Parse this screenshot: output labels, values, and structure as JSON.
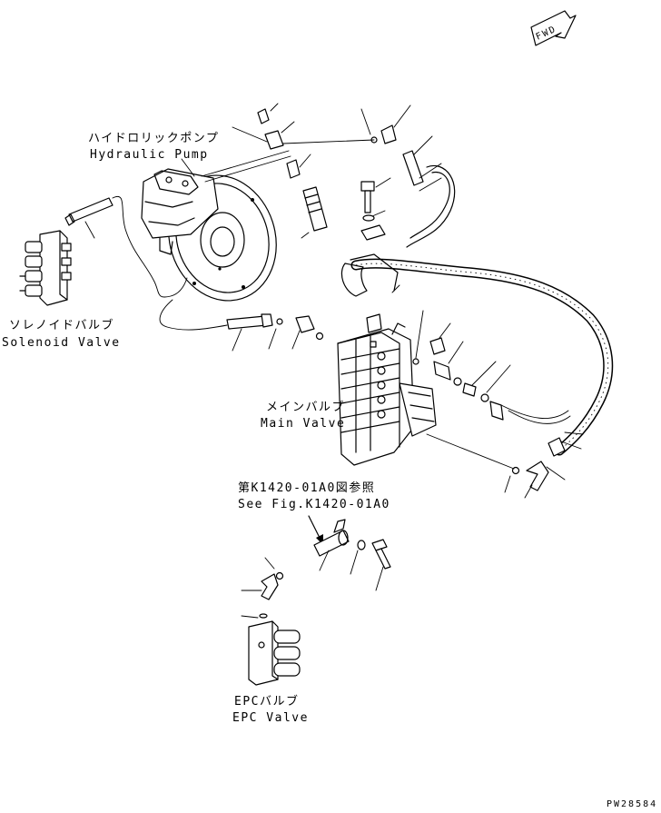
{
  "labels": {
    "fwd": "FWD",
    "hydraulic_pump_jp": "ハイドロリックポンプ",
    "hydraulic_pump_en": "Hydraulic Pump",
    "solenoid_valve_jp": "ソレノイドバルブ",
    "solenoid_valve_en": "Solenoid Valve",
    "main_valve_jp": "メインバルブ",
    "main_valve_en": "Main Valve",
    "see_fig_jp": "第K1420-01A0図参照",
    "see_fig_en": "See Fig.K1420-01A0",
    "epc_valve_jp": "EPCバルブ",
    "epc_valve_en": "EPC Valve",
    "drawing_number": "PW28584"
  }
}
